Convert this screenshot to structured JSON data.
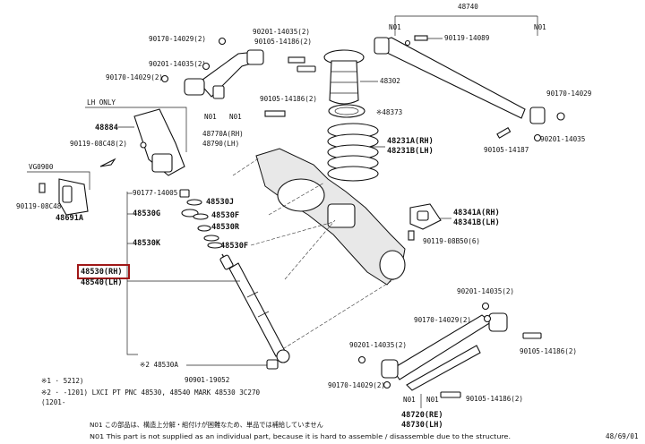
{
  "diagram": {
    "highlight_color": "#a01818",
    "callouts": {
      "c48740": "48740",
      "c90170_14029_top": "90170-14029(2)",
      "c90201_14035_top": "90201-14035(2)",
      "c90105_14186_top": "90105-14186(2)",
      "c90170_14029_left": "90170-14029(2)",
      "c90201_14035_left": "90201-14035(2)",
      "c48302": "48302",
      "c90119_14089": "90119-14089",
      "c90105_14186_mid": "90105-14186(2)",
      "c48373": "※48373",
      "c90170_14029_right": "90170-14029",
      "c48770": "48770A(RH)",
      "c48790": "48790(LH)",
      "c48231a": "48231A(RH)",
      "c48231b": "48231B(LH)",
      "c90201_14035_right": "90201-14035",
      "c90105_14187": "90105-14187",
      "c90119_08c48_a": "90119-08C48(2)",
      "c90177_14005": "90177-14005",
      "c48530j": "48530J",
      "c48530g": "48530G",
      "c48530f_1": "48530F",
      "c48530r": "48530R",
      "c48530k": "48530K",
      "c48530f_2": "48530F",
      "c48341a": "48341A(RH)",
      "c48341b": "48341B(LH)",
      "c90119_08b50": "90119-08B50(6)",
      "c90119_08c48_b": "90119-08C48",
      "c48691a": "48691A",
      "c48884": "48884",
      "c48530_rh": "48530(RH)",
      "c48540_lh": "48540(LH)",
      "c90201_14035_lower": "90201-14035(2)",
      "c90170_14029_lower": "90170-14029(2)",
      "c90105_14186_lower": "90105-14186(2)",
      "c90201_14035_bottom": "90201-14035(2)",
      "c90170_14029_bottom": "90170-14029(2)",
      "c90105_14186_bottom": "90105-14186(2)",
      "c48530a": "※2 48530A",
      "c90901_19052": "90901-19052",
      "c48720": "48720(RE)",
      "c48730": "48730(LH)",
      "n01_a": "N01",
      "n01_b": "N01",
      "n01_c": "N01",
      "n01_d": "N01",
      "n01_e": "N01",
      "n01_f": "N01",
      "lh_only": "LH ONLY",
      "vgrade": "VG0900",
      "fig_code": "48/69/01"
    },
    "notes": {
      "line1_left": "※1 ·    5212)",
      "line2_left": "※2 · -1201) LXCI PT PNC 48530, 48540  MARK 48530  3C270",
      "line3_left": "(1201-",
      "n01_jp": "N01  この部品は、構造上分解・組付けが困難なため、単品では補給していません",
      "n01_en": "N01  This part is not supplied as an individual part, because it is hard to assemble / disassemble due to the structure."
    }
  }
}
